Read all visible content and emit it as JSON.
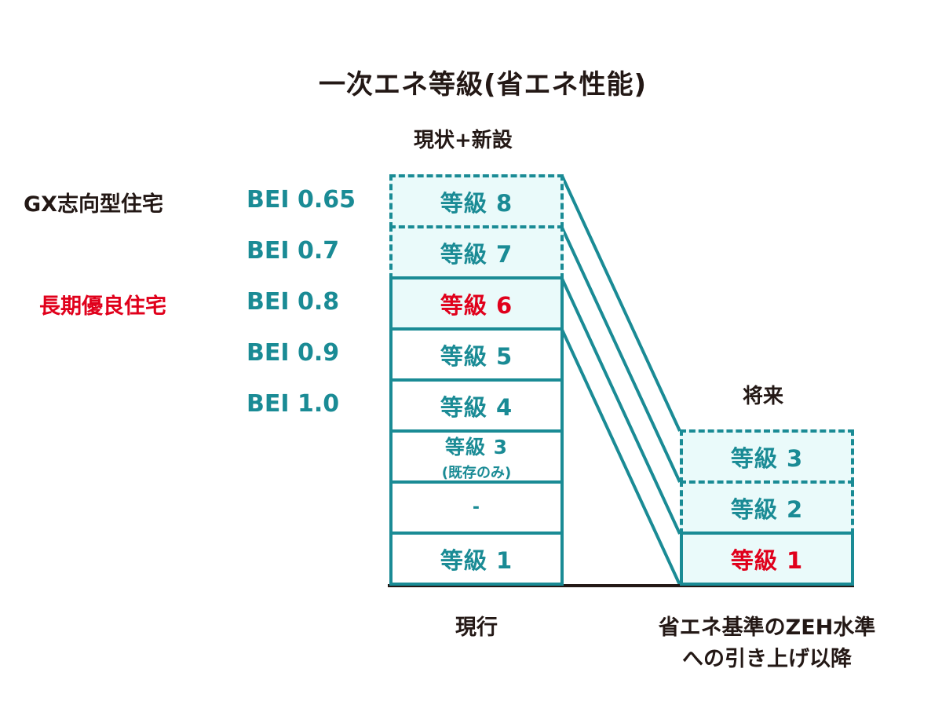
{
  "title": "一次エネ等級(省エネ性能)",
  "current_header": "現状+新設",
  "future_header": "将来",
  "side_labels": {
    "gx": "GX志向型住宅",
    "long_term": "長期優良住宅"
  },
  "bei": [
    "BEI 0.65",
    "BEI 0.7",
    "BEI 0.8",
    "BEI 0.9",
    "BEI 1.0"
  ],
  "current_grades": [
    {
      "label": "等級 8",
      "sub": ""
    },
    {
      "label": "等級 7",
      "sub": ""
    },
    {
      "label": "等級 6",
      "sub": ""
    },
    {
      "label": "等級 5",
      "sub": ""
    },
    {
      "label": "等級 4",
      "sub": ""
    },
    {
      "label": "等級 3",
      "sub": "(既存のみ)"
    },
    {
      "label": "-",
      "sub": ""
    },
    {
      "label": "等級 1",
      "sub": ""
    }
  ],
  "future_grades": [
    {
      "label": "等級 3"
    },
    {
      "label": "等級 2"
    },
    {
      "label": "等級 1"
    }
  ],
  "bottom_left": "現行",
  "bottom_right_line1": "省エネ基準のZEH水準",
  "bottom_right_line2": "への引き上げ以降",
  "colors": {
    "teal": "#1a8b95",
    "red": "#e0001b",
    "tint": "#eafafa",
    "text": "#231815"
  }
}
